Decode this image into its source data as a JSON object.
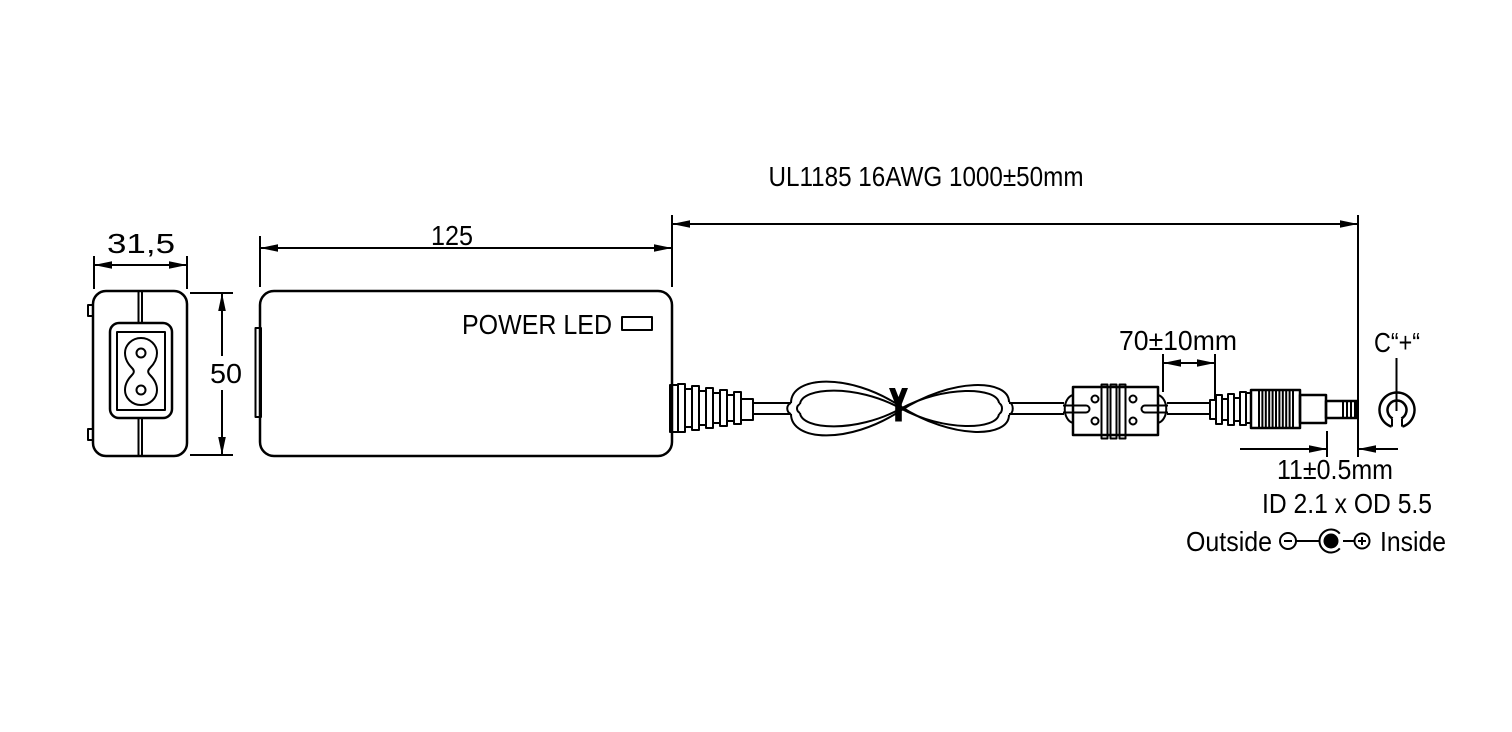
{
  "diagram": {
    "type": "power-adapter-technical-drawing",
    "colors": {
      "line": "#000000",
      "background": "#ffffff"
    },
    "cable_spec": "UL1185 16AWG 1000±50mm",
    "power_led_label": "POWER LED",
    "dimensions": {
      "inlet_face_width": "31,5",
      "inlet_face_height": "50",
      "body_length": "125",
      "ferrite_to_plug": "70±10mm",
      "plug_barrel_length": "11±0.5mm",
      "plug_size": "ID 2.1 x OD 5.5"
    },
    "polarity": {
      "tip_label": "C“+“",
      "outside_label": "Outside",
      "inside_label": "Inside"
    }
  }
}
